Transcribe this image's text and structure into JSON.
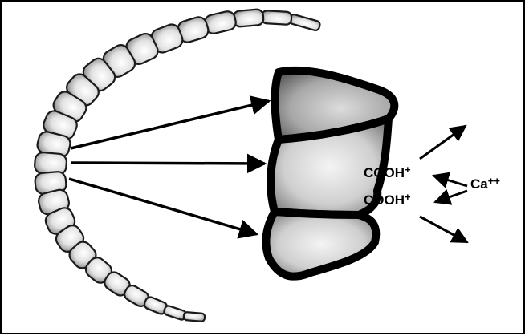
{
  "labels": {
    "cooh_top": "COOH",
    "cooh_top_charge": "+",
    "cooh_bottom": "COOH",
    "cooh_bottom_charge": "+",
    "calcium": "Ca",
    "calcium_charge": "++"
  }
}
